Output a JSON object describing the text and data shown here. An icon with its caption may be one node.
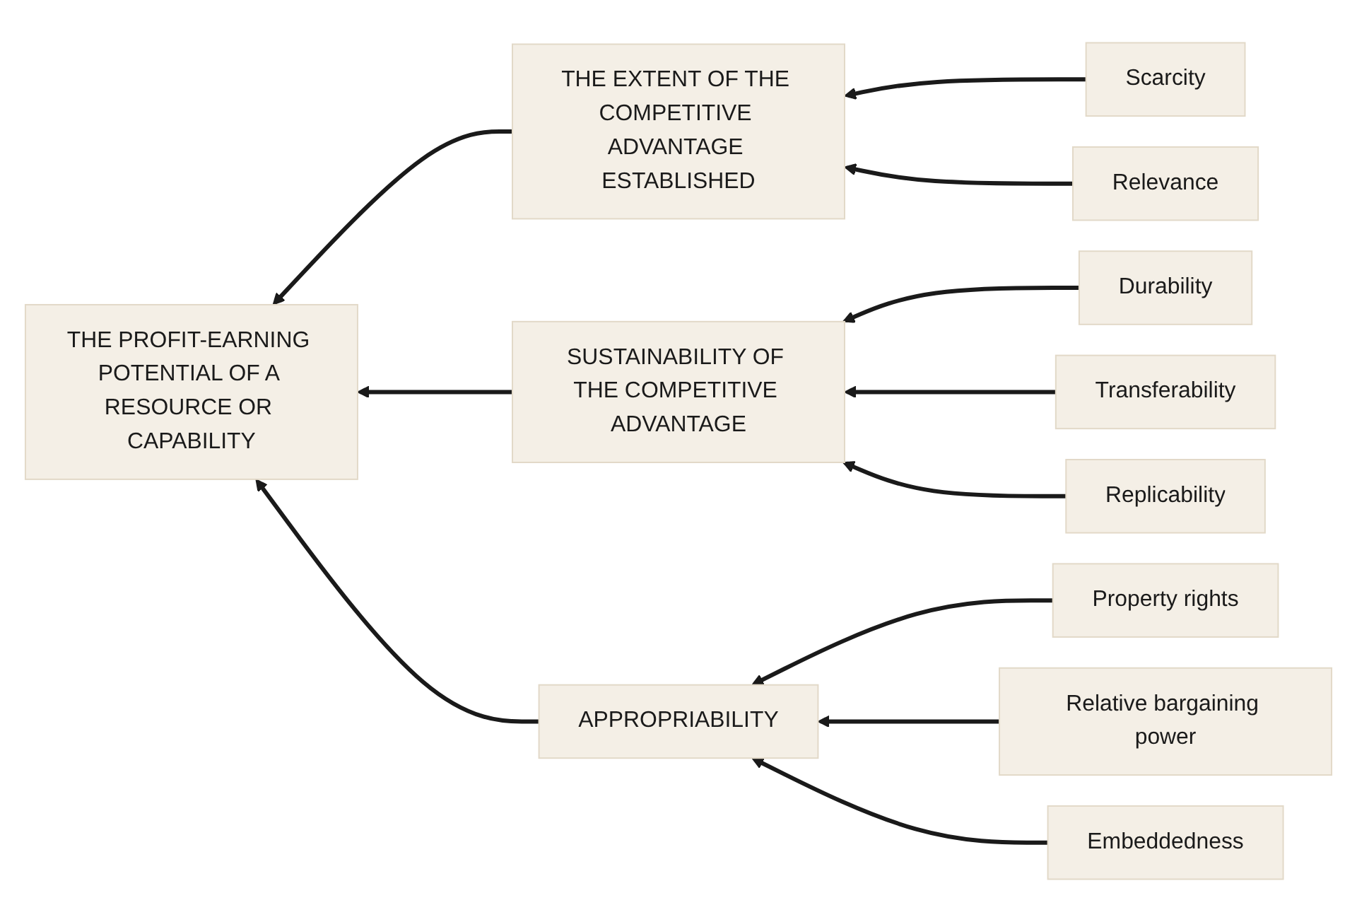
{
  "diagram": {
    "nodes": [
      {
        "text": [
          "THE PROFIT-EARNING POTENTIAL OF A RESOURCE OR CAPABILITY"
        ]
      },
      {
        "text": [
          "THE EXTENT OF THE COMPETITIVE ADVANTAGE ESTABLISHED"
        ]
      },
      {
        "text": [
          "SUSTAINABILITY OF THE COMPETITIVE ADVANTAGE"
        ]
      },
      {
        "text": [
          "APPROPRIABILITY"
        ]
      },
      {
        "text": [
          "Scarcity"
        ]
      },
      {
        "text": [
          "Relevance"
        ]
      },
      {
        "text": [
          "Durability"
        ]
      },
      {
        "text": [
          "Transferability"
        ]
      },
      {
        "text": [
          "Replicability"
        ]
      },
      {
        "text": [
          "Property rights"
        ]
      },
      {
        "text": [
          "Relative bargaining power"
        ]
      },
      {
        "text": [
          "Embeddedness"
        ]
      }
    ],
    "edges": [
      {
        "from": 1,
        "to": 0,
        "arrow": "to"
      },
      {
        "from": 2,
        "to": 0,
        "arrow": "to"
      },
      {
        "from": 3,
        "to": 0,
        "arrow": "to"
      },
      {
        "from": 4,
        "to": 1,
        "arrow": "to"
      },
      {
        "from": 5,
        "to": 1,
        "arrow": "to"
      },
      {
        "from": 6,
        "to": 2,
        "arrow": "to"
      },
      {
        "from": 7,
        "to": 2,
        "arrow": "to"
      },
      {
        "from": 8,
        "to": 2,
        "arrow": "to"
      },
      {
        "from": 9,
        "to": 3,
        "arrow": "to"
      },
      {
        "from": 10,
        "to": 3,
        "arrow": "to"
      },
      {
        "from": 11,
        "to": 3,
        "arrow": "to"
      }
    ]
  }
}
